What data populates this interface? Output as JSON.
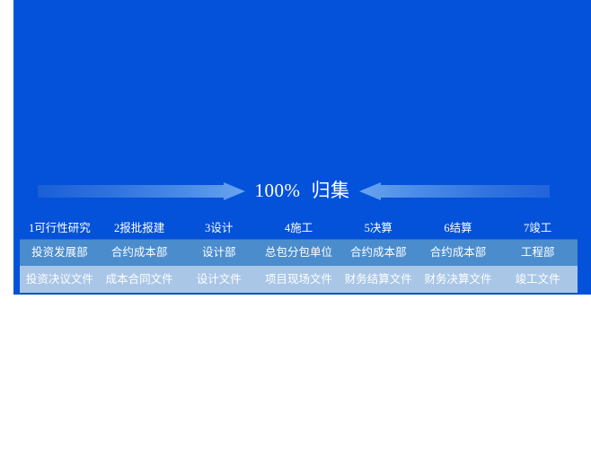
{
  "slide": {
    "background_color": "#0352d9",
    "banner": {
      "percent": "100%",
      "text": "归集",
      "left_arrow_name": "right-pointing-arrow",
      "right_arrow_name": "left-pointing-arrow"
    },
    "rows": {
      "stages": {
        "name": "project-stages",
        "cells": [
          "1可行性研究",
          "2报批报建",
          "3设计",
          "4施工",
          "5决算",
          "6结算",
          "7竣工"
        ]
      },
      "departments": {
        "name": "responsible-departments",
        "background_color": "#4b8ccd",
        "cells": [
          "投资发展部",
          "合约成本部",
          "设计部",
          "总包分包单位",
          "合约成本部",
          "合约成本部",
          "工程部"
        ]
      },
      "documents": {
        "name": "document-types",
        "background_color": "#a9c6e6",
        "cells": [
          "投资决议文件",
          "成本合同文件",
          "设计文件",
          "项目现场文件",
          "财务结算文件",
          "财务决算文件",
          "竣工文件"
        ]
      }
    }
  }
}
